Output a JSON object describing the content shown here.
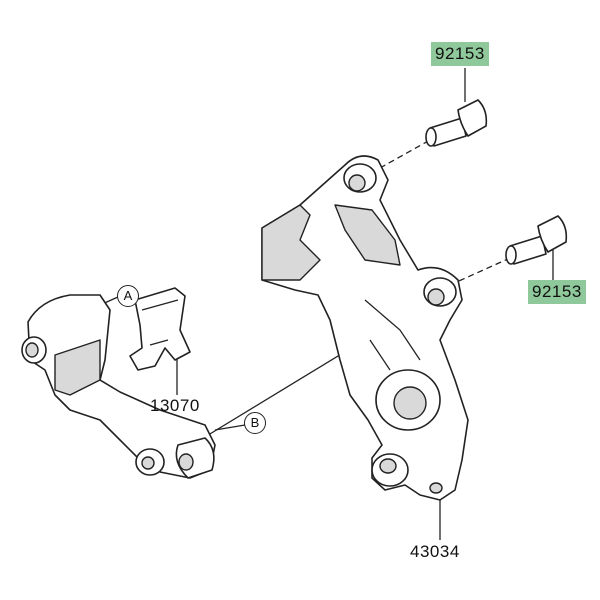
{
  "parts": [
    {
      "number": "92153",
      "highlighted": true
    },
    {
      "number": "92153",
      "highlighted": true
    },
    {
      "number": "13070",
      "highlighted": false
    },
    {
      "number": "43034",
      "highlighted": false
    }
  ],
  "callouts": [
    "A",
    "B"
  ],
  "colors": {
    "highlight": "#8fc89a",
    "line": "#222222"
  }
}
